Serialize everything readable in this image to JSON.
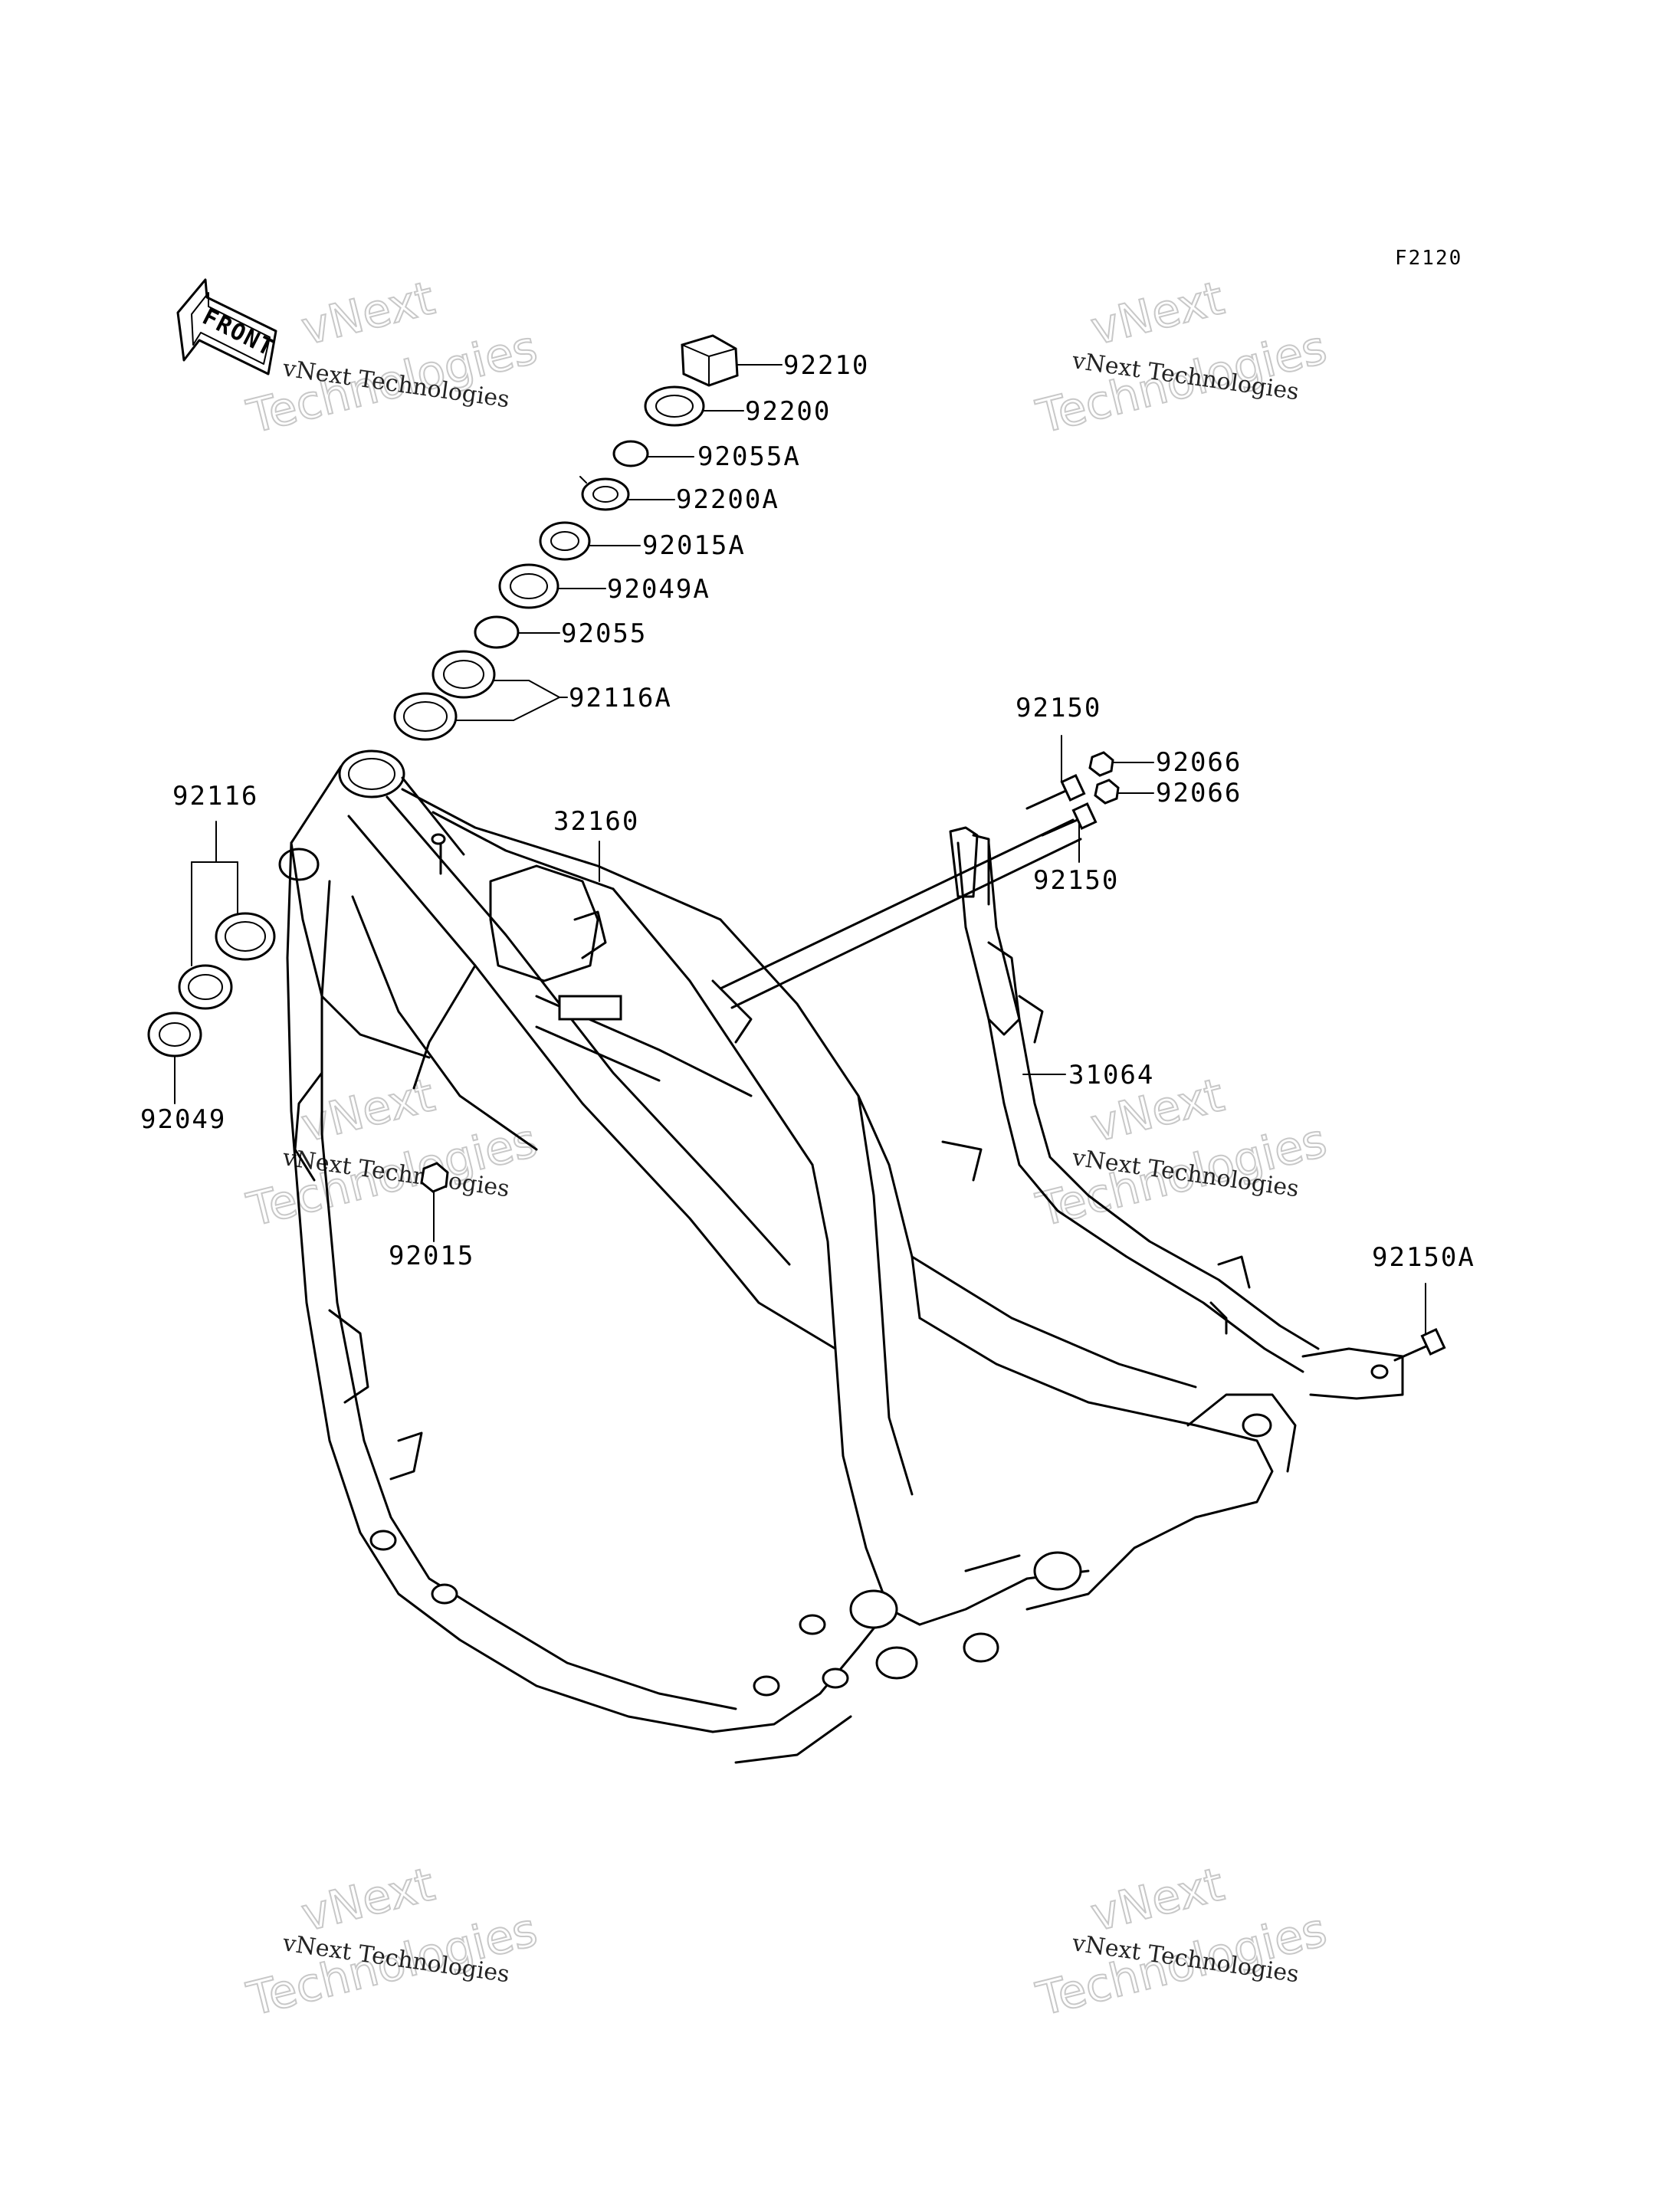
{
  "figure_code": "F2120",
  "front_marker": "FRONT",
  "watermark": {
    "line1": "vNext Technologies",
    "line2a": "vNext",
    "line2b": "Technologies"
  },
  "parts": {
    "p92210": "92210",
    "p92200": "92200",
    "p92055A": "92055A",
    "p92200A": "92200A",
    "p92015A": "92015A",
    "p92049A": "92049A",
    "p92055": "92055",
    "p92116A": "92116A",
    "p92116": "92116",
    "p92049": "92049",
    "p32160": "32160",
    "p92015": "92015",
    "p92150_top": "92150",
    "p92066_a": "92066",
    "p92066_b": "92066",
    "p92150_mid": "92150",
    "p31064": "31064",
    "p92150A": "92150A"
  }
}
